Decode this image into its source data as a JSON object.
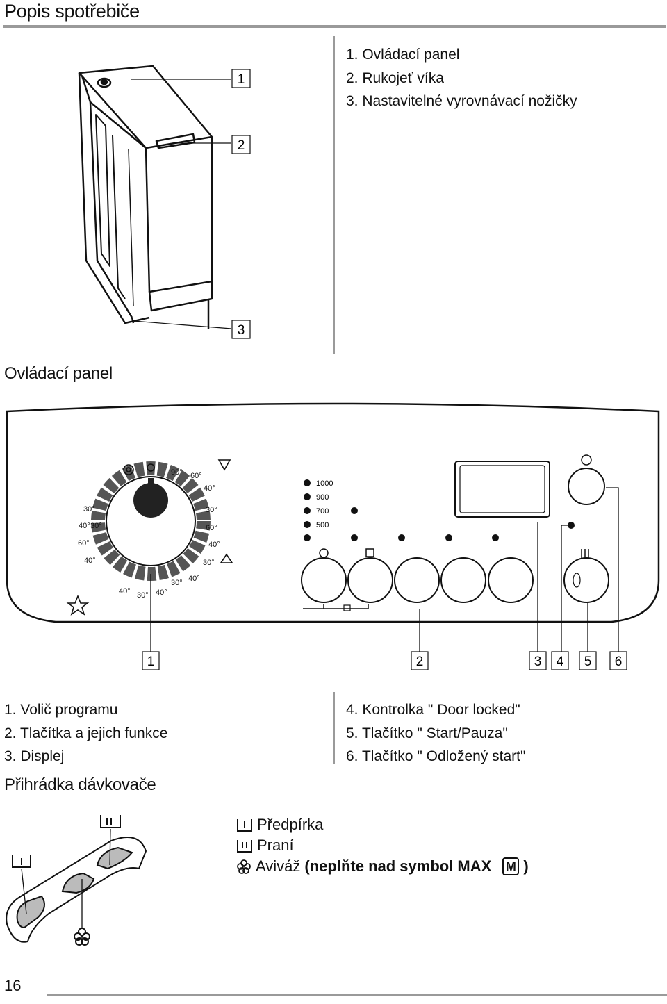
{
  "page_title": "Popis spotřebiče",
  "machine": {
    "labels": [
      "1",
      "2",
      "3"
    ],
    "items": [
      "1. Ovládací panel",
      "2. Rukojeť víka",
      "3. Nastavitelné vyrovnávací nožičky"
    ]
  },
  "control_panel": {
    "title": "Ovládací panel",
    "dial_temps": [
      "90°",
      "60°",
      "40°",
      "30°",
      "60°",
      "40°",
      "30°",
      "40°",
      "30°",
      "40°",
      "30°",
      "40°",
      "30°",
      "30°",
      "40°",
      "60°",
      "40°"
    ],
    "spin_speeds": [
      "1000",
      "900",
      "700",
      "500"
    ],
    "callouts": [
      "1",
      "2",
      "3",
      "4",
      "5",
      "6"
    ],
    "items_left": [
      "1. Volič programu",
      "2. Tlačítka a jejich funkce",
      "3. Displej"
    ],
    "items_right": [
      "4. Kontrolka \" Door locked\"",
      "5. Tlačítko \" Start/Pauza\"",
      "6. Tlačítko \" Odložený start\""
    ]
  },
  "dispenser": {
    "title": "Přihrádka dávkovače",
    "legend": [
      {
        "icon": "prewash-icon",
        "text": "Předpírka"
      },
      {
        "icon": "wash-icon",
        "text": "Praní"
      },
      {
        "icon": "softener-icon",
        "text": "Aviváž",
        "bold_text": "(neplňte nad symbol MAX",
        "max_symbol": "M",
        "close": ")"
      }
    ]
  },
  "page_number": "16"
}
